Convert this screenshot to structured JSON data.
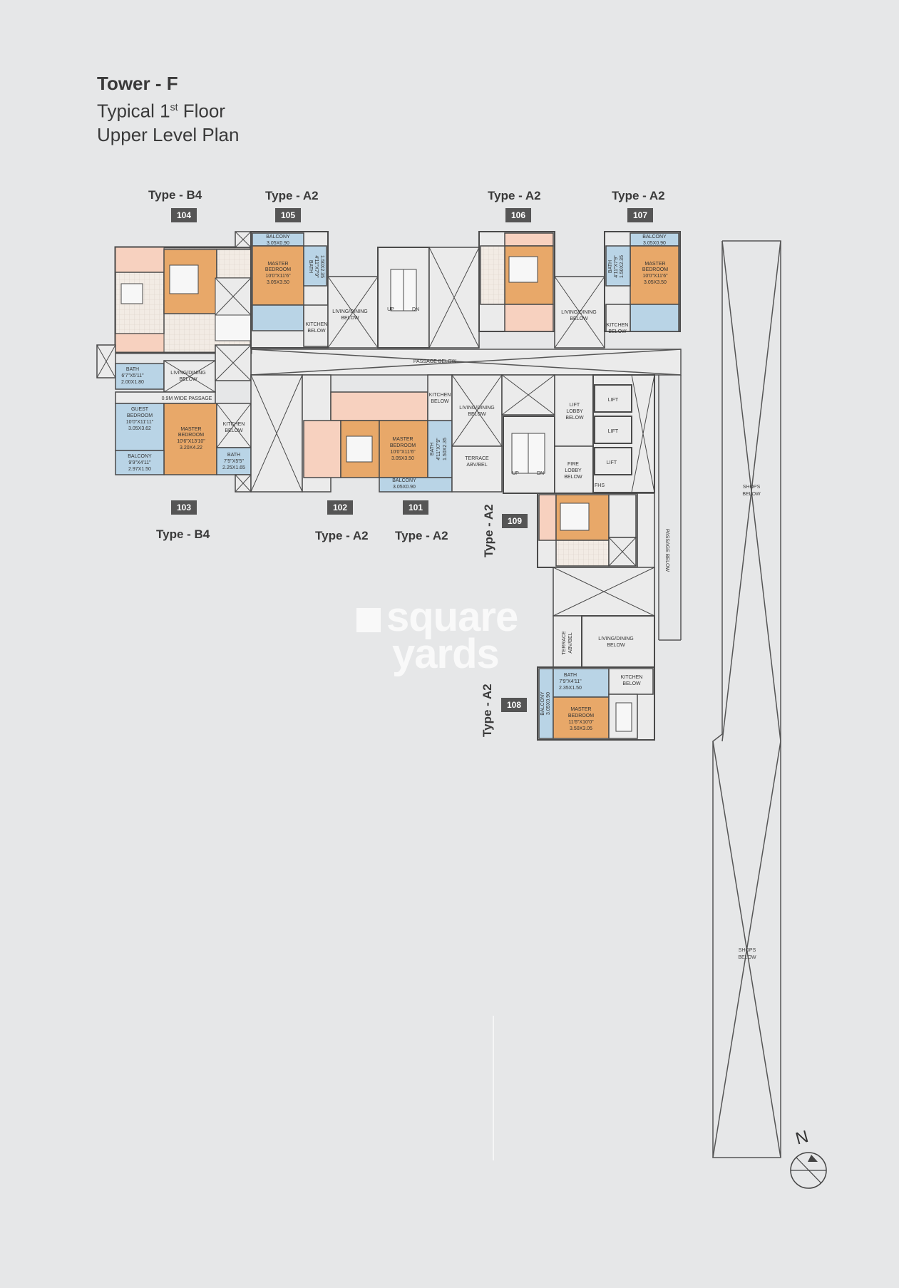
{
  "title": {
    "line1": "Tower - F",
    "line2_pre": "Typical 1",
    "line2_sup": "st",
    "line2_post": " Floor",
    "line3": "Upper Level Plan"
  },
  "units": [
    {
      "no": "104",
      "type": "Type - B4"
    },
    {
      "no": "105",
      "type": "Type - A2"
    },
    {
      "no": "106",
      "type": "Type - A2"
    },
    {
      "no": "107",
      "type": "Type - A2"
    },
    {
      "no": "103",
      "type": "Type - B4"
    },
    {
      "no": "102",
      "type": "Type - A2"
    },
    {
      "no": "101",
      "type": "Type - A2"
    },
    {
      "no": "109",
      "type": "Type - A2"
    },
    {
      "no": "108",
      "type": "Type - A2"
    }
  ],
  "rooms": {
    "balcony_105": [
      "BALCONY",
      "3.05X0.90"
    ],
    "master_105": [
      "MASTER",
      "BEDROOM",
      "10'0\"X11'6\"",
      "3.05X3.50"
    ],
    "bath_105": [
      "BATH",
      "4'11\"X7'9\"",
      "1.50X2.35"
    ],
    "living_105": [
      "LIVING/DINING",
      "BELOW"
    ],
    "kitchen_105": [
      "KITCHEN",
      "BELOW"
    ],
    "balcony_107": [
      "BALCONY",
      "3.05X0.90"
    ],
    "master_107": [
      "MASTER",
      "BEDROOM",
      "10'0\"X11'6\"",
      "3.05X3.50"
    ],
    "bath_107": [
      "BATH",
      "4'11\"X7'9\"",
      "1.50X2.35"
    ],
    "living_106": [
      "LIVING/DINING",
      "BELOW"
    ],
    "kitchen_107": [
      "KITCHEN",
      "BELOW"
    ],
    "stair1": [
      "UP",
      "DN"
    ],
    "passage": "PASSAGE BELOW",
    "bath_104": [
      "BATH",
      "6'7\"X5'11\"",
      "2.00X1.80"
    ],
    "living_104": [
      "LIVING/DINING",
      "BELOW"
    ],
    "wide_passage": "0.9M WIDE PASSAGE",
    "guest_103": [
      "GUEST",
      "BEDROOM",
      "10'0\"X11'11\"",
      "3.05X3.62"
    ],
    "master_103": [
      "MASTER",
      "BEDROOM",
      "10'6\"X13'10\"",
      "3.20X4.22"
    ],
    "kitchen_103": [
      "KITCHEN",
      "BELOW"
    ],
    "bath_103": [
      "BATH",
      "7'5\"X5'5\"",
      "2.25X1.65"
    ],
    "balcony_103": [
      "BALCONY",
      "9'9\"X4'11\"",
      "2.97X1.50"
    ],
    "kitchen_101": [
      "KITCHEN",
      "BELOW"
    ],
    "living_101": [
      "LIVING/DINING",
      "BELOW"
    ],
    "master_101": [
      "MASTER",
      "BEDROOM",
      "10'0\"X11'6\"",
      "3.05X3.50"
    ],
    "bath_101": [
      "BATH",
      "4'11\"X7'9\"",
      "1.50X2.35"
    ],
    "balcony_101": [
      "BALCONY",
      "3.05X0.90"
    ],
    "terrace_101": [
      "TERRACE",
      "ABV/BEL"
    ],
    "lift_lobby": [
      "LIFT",
      "LOBBY",
      "BELOW"
    ],
    "fire_lobby": [
      "FIRE",
      "LOBBY",
      "BELOW"
    ],
    "lift": "LIFT",
    "stair2": [
      "UP",
      "DN"
    ],
    "fhs": "FHS",
    "passage_below_v": "PASSAGE BELOW",
    "terrace_108": [
      "TERRACE",
      "ABV/BEL"
    ],
    "living_108": [
      "LIVING/DINING",
      "BELOW"
    ],
    "bath_108": [
      "BATH",
      "7'9\"X4'11\"",
      "2.35X1.50"
    ],
    "kitchen_108": [
      "KITCHEN",
      "BELOW"
    ],
    "master_108": [
      "MASTER",
      "BEDROOM",
      "11'6\"X10'0\"",
      "3.50X3.05"
    ],
    "balcony_108": [
      "BALCONY",
      "3.05X0.90"
    ],
    "shops1": [
      "SHOPS",
      "BELOW"
    ],
    "shops2": [
      "SHOPS",
      "BELOW"
    ]
  },
  "compass": "N",
  "watermark": [
    "square",
    "yards"
  ],
  "colors": {
    "bedroom": "#e8a869",
    "bath": "#b9d4e6",
    "living": "#f7d1bf",
    "wall": "#4a4a4a"
  }
}
